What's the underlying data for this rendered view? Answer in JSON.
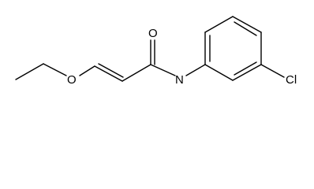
{
  "molecule": {
    "atoms": {
      "oxygen_ether": "O",
      "oxygen_carbonyl": "O",
      "nitrogen_amide": "N",
      "chlorine": "Cl"
    }
  },
  "colors": {
    "bond": "#000000",
    "text": "#000000",
    "background": "#ffffff"
  }
}
